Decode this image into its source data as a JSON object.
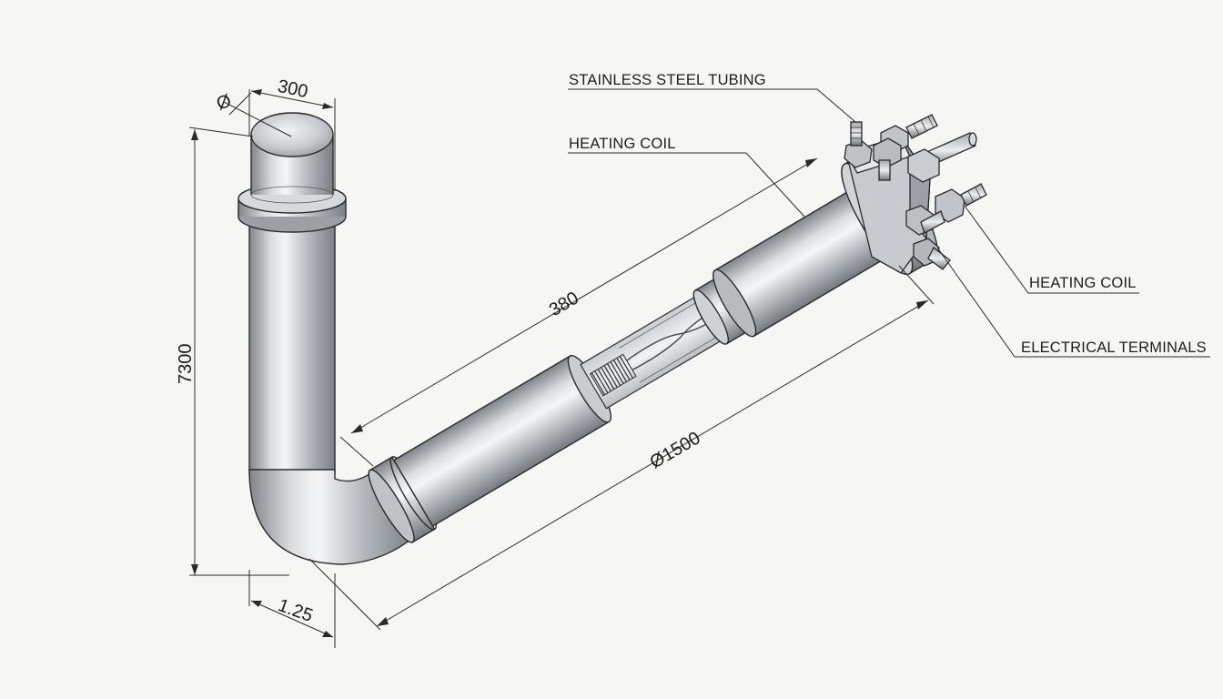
{
  "callouts": {
    "stainless_tubing": "STAINLESS STEEL TUBING",
    "heating_coil_top": "HEATING COIL",
    "heating_coil_right": "HEATING COIL",
    "electrical_terminals": "ELECTRICAL TERMINALS"
  },
  "dimensions": {
    "top_diameter_symbol": "Ø",
    "top_width": "300",
    "vertical_height": "7300",
    "bottom_offset": "1.25",
    "horizontal_length": "380",
    "overall_length": "Ø1500"
  },
  "colors": {
    "background": "#f6f6f5",
    "line": "#2a2a2a",
    "steel_dark": "#8a8f95",
    "steel_light": "#f4f5f6"
  }
}
